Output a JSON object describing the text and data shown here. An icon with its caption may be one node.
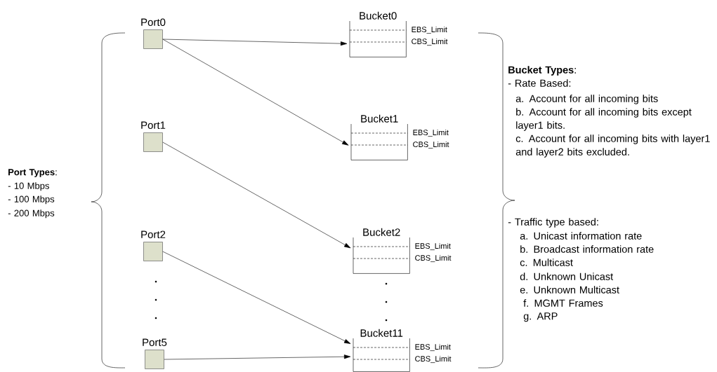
{
  "diagram": {
    "nodes": [
      {
        "text": [
          "Port0"
        ]
      },
      {
        "text": [
          "Port1"
        ]
      },
      {
        "text": [
          "Port2"
        ]
      },
      {
        "text": [
          "Port5"
        ]
      },
      {
        "text": [
          "Bucket0"
        ],
        "beside": [
          "EBS_Limit",
          "CBS_Limit"
        ]
      },
      {
        "text": [
          "Bucket1"
        ],
        "beside": [
          "EBS_Limit",
          "CBS_Limit"
        ]
      },
      {
        "text": [
          "Bucket2"
        ],
        "beside": [
          "EBS_Limit",
          "CBS_Limit"
        ]
      },
      {
        "text": [
          "Bucket11"
        ],
        "beside": [
          "EBS_Limit",
          "CBS_Limit"
        ]
      }
    ],
    "edges": [
      {
        "from": 0,
        "to": 4,
        "arrow": "to"
      },
      {
        "from": 0,
        "to": 5,
        "arrow": "to"
      },
      {
        "from": 1,
        "to": 6,
        "arrow": "to"
      },
      {
        "from": 2,
        "to": 7,
        "arrow": "to"
      },
      {
        "from": 3,
        "to": 7,
        "arrow": "to"
      }
    ],
    "labels": [
      "**Port Types**:",
      "- 10 Mbps",
      "- 100 Mbps",
      "- 200 Mbps",
      "**Bucket Types**:",
      "- Rate Based:",
      "a. Account for all incoming bits",
      "b. Account for all incoming bits except layer1 bits.",
      "c. Account for all incoming bits with layer1 and layer2 bits excluded.",
      "- Traffic type based:",
      "a. Unicast information rate",
      "b. Broadcast information rate",
      "c. Multicast",
      "d. Unknown Unicast",
      "e. Unknown Multicast",
      "f. MGMT Frames",
      "g. ARP"
    ]
  }
}
